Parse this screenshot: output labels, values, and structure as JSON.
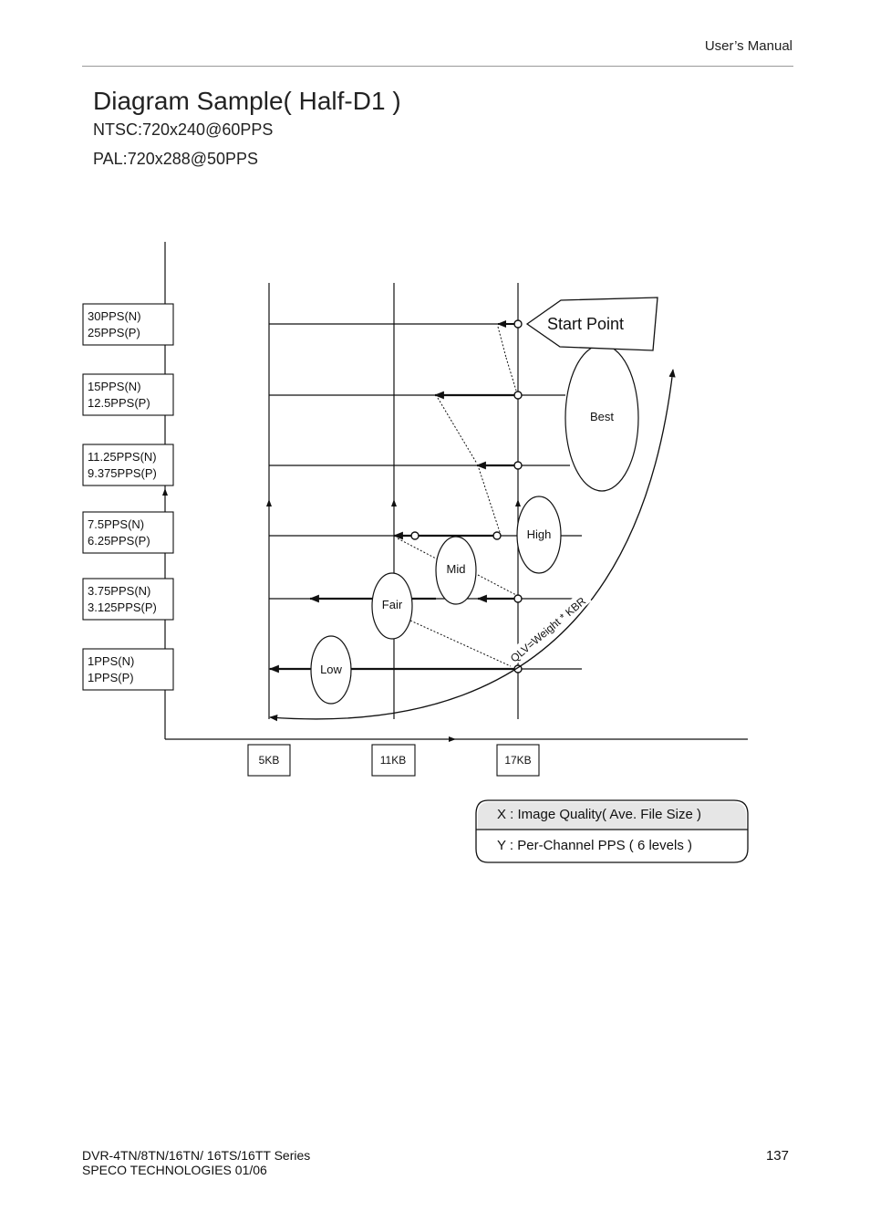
{
  "header": {
    "text": "User’s Manual"
  },
  "title": "Diagram Sample( Half-D1 )",
  "subtitle_ntsc": "NTSC:720x240@60PPS",
  "subtitle_pal": "PAL:720x288@50PPS",
  "y_levels": [
    {
      "n": "30PPS(N)",
      "p": "25PPS(P)"
    },
    {
      "n": "15PPS(N)",
      "p": "12.5PPS(P)"
    },
    {
      "n": "11.25PPS(N)",
      "p": "9.375PPS(P)"
    },
    {
      "n": "7.5PPS(N)",
      "p": "6.25PPS(P)"
    },
    {
      "n": "3.75PPS(N)",
      "p": "3.125PPS(P)"
    },
    {
      "n": "1PPS(N)",
      "p": "1PPS(P)"
    }
  ],
  "x_levels": [
    "5KB",
    "11KB",
    "17KB"
  ],
  "qualities": [
    "Best",
    "High",
    "Mid",
    "Fair",
    "Low"
  ],
  "start_point": "Start Point",
  "curve_label": "QLV=Weight * KBR",
  "legend": {
    "x": "X : Image Quality( Ave. File Size )",
    "y": "Y : Per-Channel PPS ( 6 levels )"
  },
  "footer": {
    "series": "DVR-4TN/8TN/16TN/ 16TS/16TT Series",
    "company": "SPECO TECHNOLOGIES 01/06",
    "page": "137"
  }
}
